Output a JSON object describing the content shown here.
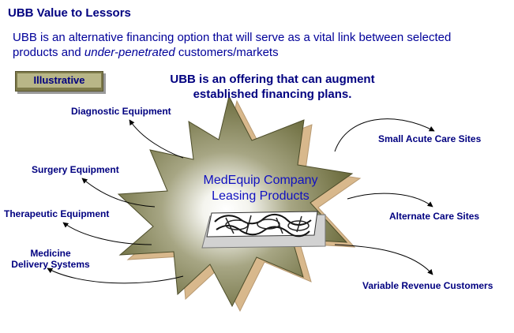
{
  "title": "UBB Value to Lessors",
  "intro": {
    "part1": "UBB is an alternative financing option that will serve as a vital link between selected products and ",
    "italic": "under-penetrated",
    "part2": " customers/markets"
  },
  "badge": "Illustrative",
  "headline_line1": "UBB is an offering that can augment",
  "headline_line2": "established financing plans.",
  "center": {
    "line1": "MedEquip Company",
    "line2": "Leasing Products"
  },
  "left_items": [
    {
      "label": "Diagnostic Equipment"
    },
    {
      "label": "Surgery Equipment"
    },
    {
      "label": "Therapeutic Equipment"
    },
    {
      "line1": "Medicine",
      "line2": "Delivery Systems"
    }
  ],
  "right_items": [
    {
      "label": "Small Acute Care Sites"
    },
    {
      "label": "Alternate Care Sites"
    },
    {
      "label": "Variable Revenue Customers"
    }
  ],
  "icons": {
    "center_graphic": "chain-link-icon"
  },
  "colors": {
    "text_navy": "#000080",
    "star_dark": "#6b6b3c",
    "star_light": "#ffffff",
    "star_shadow": "#d8b88c"
  }
}
